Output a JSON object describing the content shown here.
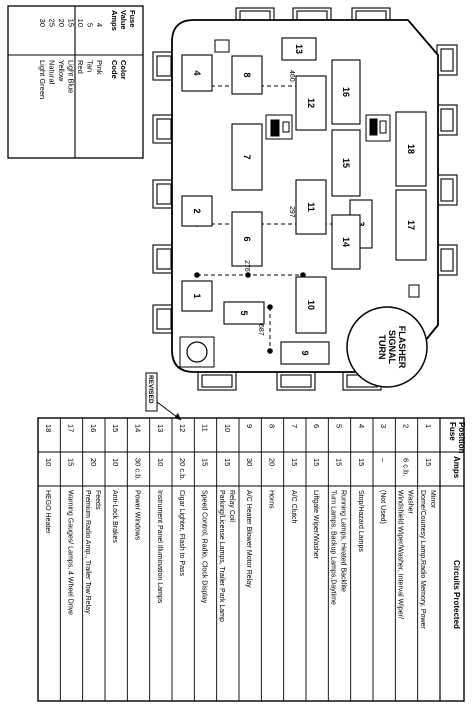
{
  "legend": {
    "header": [
      "Fuse",
      "Value",
      "Amps",
      "Color",
      "Code"
    ],
    "rows": [
      {
        "amps": "4",
        "color": "Pink"
      },
      {
        "amps": "5",
        "color": "Tan"
      },
      {
        "amps": "10",
        "color": "Red"
      },
      {
        "amps": "15",
        "color": "Light Blue"
      },
      {
        "amps": "20",
        "color": "Yellow"
      },
      {
        "amps": "25",
        "color": "Natural"
      },
      {
        "amps": "30",
        "color": "Light Green"
      }
    ]
  },
  "panel": {
    "fuse_numbers": [
      "1",
      "2",
      "3",
      "4",
      "5",
      "6",
      "7",
      "8",
      "9",
      "10",
      "11",
      "12",
      "13",
      "14",
      "15",
      "16",
      "17",
      "18"
    ],
    "jumper_labels": [
      "460",
      "297",
      "276",
      "687"
    ],
    "flasher": [
      "TURN",
      "SIGNAL",
      "FLASHER"
    ]
  },
  "revised_label": "REVISED",
  "table": {
    "headers": {
      "position_1": "Fuse",
      "position_2": "Position",
      "amps": "Amps",
      "circuits": "Circuits Protected"
    },
    "rows": [
      {
        "pos": "1",
        "amps": "15",
        "lines": [
          "Dome/Courtesy Lamp,Radio Memory, Power",
          "Mirror"
        ]
      },
      {
        "pos": "2",
        "amps": "6 c.b.",
        "lines": [
          "Windshield Wiper/Washer, Interval Wiper/",
          "Washer"
        ]
      },
      {
        "pos": "3",
        "amps": "–",
        "lines": [
          "(Not Used)"
        ]
      },
      {
        "pos": "4",
        "amps": "15",
        "lines": [
          "Stop/Hazard Lamps"
        ]
      },
      {
        "pos": "5",
        "amps": "15",
        "lines": [
          "Turn Lamps, Backup Lamps,Daytime",
          "Running Lamps, Heated Backlite"
        ]
      },
      {
        "pos": "6",
        "amps": "15",
        "lines": [
          "Liftgate Wiper/Washer"
        ]
      },
      {
        "pos": "7",
        "amps": "15",
        "lines": [
          "A/C Clutch"
        ]
      },
      {
        "pos": "8",
        "amps": "20",
        "lines": [
          "Horns"
        ]
      },
      {
        "pos": "9",
        "amps": "30",
        "lines": [
          "A/C Heater Blower Motor Relay"
        ]
      },
      {
        "pos": "10",
        "amps": "15",
        "lines": [
          "Parking/License Lamps, Trailer Park Lamp",
          "Relay Coil"
        ]
      },
      {
        "pos": "11",
        "amps": "15",
        "lines": [
          "Speed Control, Radio, Clock Display"
        ]
      },
      {
        "pos": "12",
        "amps": "20 c.b.",
        "lines": [
          "Cigar Lighter, Flash to Pass"
        ]
      },
      {
        "pos": "13",
        "amps": "10",
        "lines": [
          "Instrument Panel Illumination Lamps"
        ]
      },
      {
        "pos": "14",
        "amps": "30 c.b.",
        "lines": [
          "Power Windows"
        ]
      },
      {
        "pos": "15",
        "amps": "10",
        "lines": [
          "Anti-Lock Brakes"
        ]
      },
      {
        "pos": "16",
        "amps": "20",
        "lines": [
          "Premium Radio Amp., Trailer Tow Relay",
          "Feeds"
        ]
      },
      {
        "pos": "17",
        "amps": "15",
        "lines": [
          "Warning Gauges/ Lamps, 4 Wheel Drive"
        ]
      },
      {
        "pos": "18",
        "amps": "10",
        "lines": [
          "HEGO Heater"
        ]
      }
    ]
  }
}
